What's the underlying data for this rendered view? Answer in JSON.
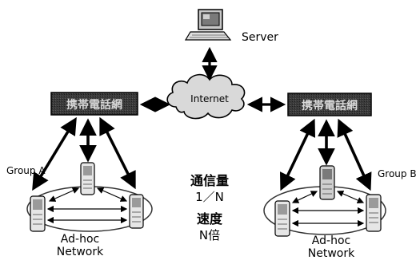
{
  "server": {
    "label": "Server",
    "icon": "computer-icon"
  },
  "internet": {
    "label": "Internet",
    "icon": "cloud-icon"
  },
  "carrier_left": {
    "label": "携帯電話網"
  },
  "carrier_right": {
    "label": "携帯電話網"
  },
  "group_a": {
    "label": "Group A",
    "network_line1": "Ad-hoc",
    "network_line2": "Network"
  },
  "group_b": {
    "label": "Group B",
    "network_line1": "Ad-hoc",
    "network_line2": "Network"
  },
  "center_text": {
    "traffic_label": "通信量",
    "traffic_value": "1／N",
    "speed_label": "速度",
    "speed_value": "N倍"
  },
  "colors": {
    "carrier_box": "#2f2f2f",
    "carrier_text": "#dcdcdc",
    "cloud_fill": "#dcdcdc",
    "arrow": "#000000",
    "ellipse_stroke": "#333333",
    "phone_fill": "#e8e8e8"
  }
}
